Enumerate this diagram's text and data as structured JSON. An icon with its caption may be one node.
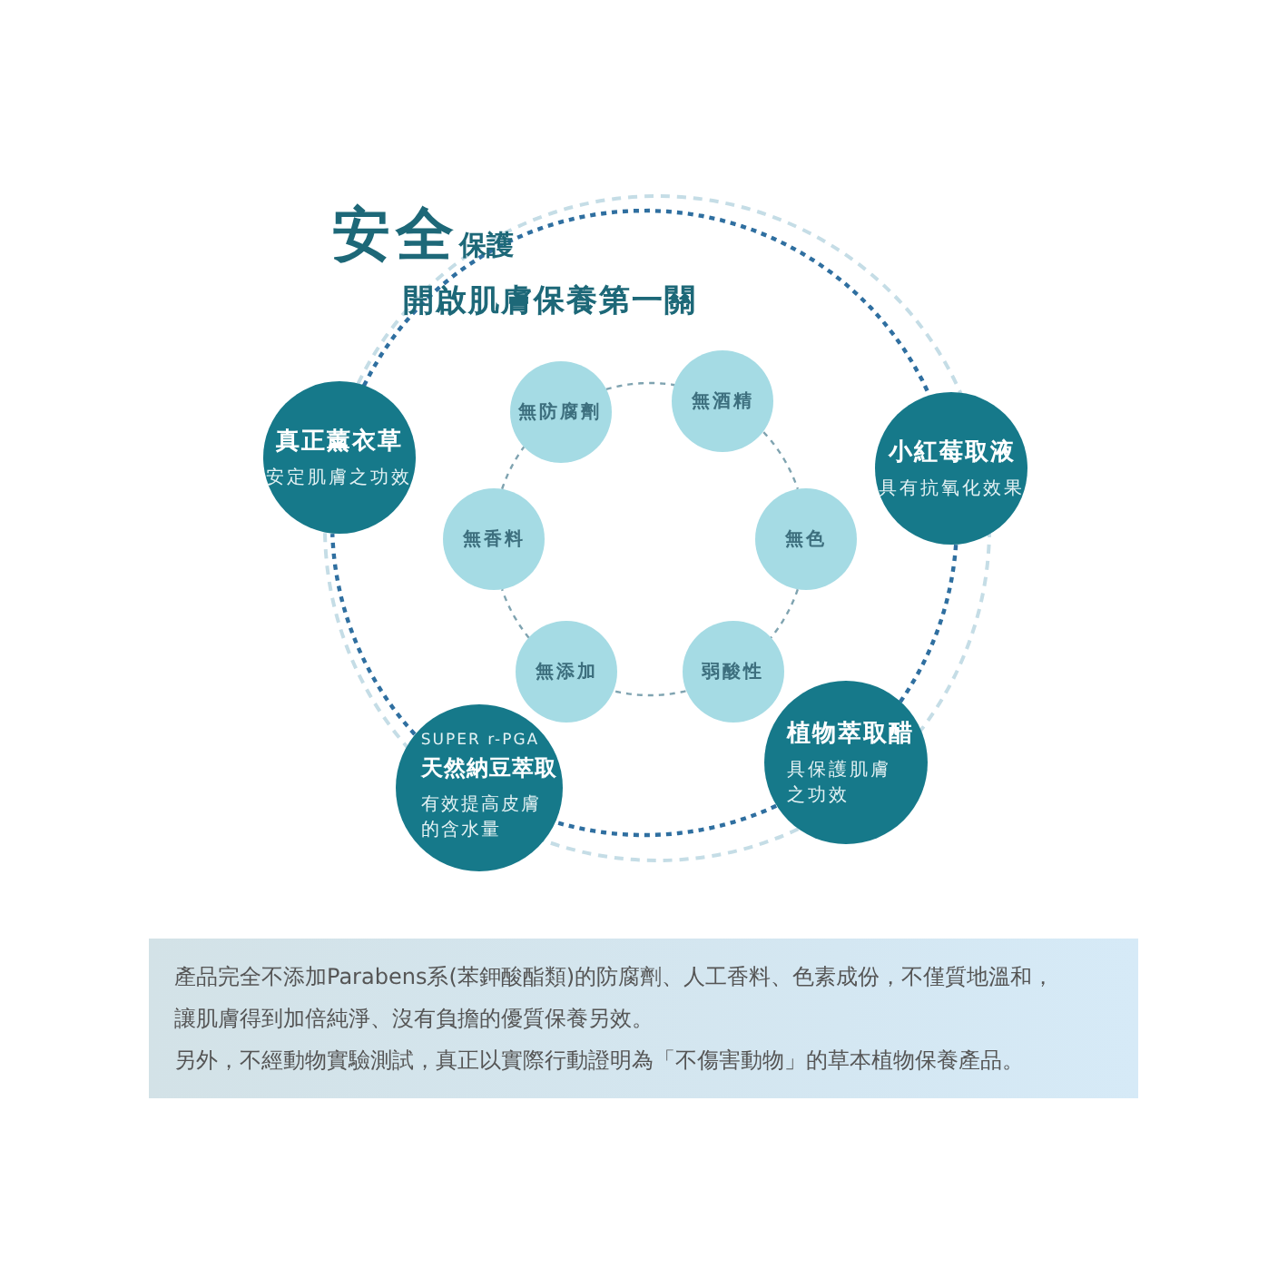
{
  "diagram": {
    "title": "安全保護",
    "nodes": [
      {
        "text": [
          "無防腐劑"
        ]
      },
      {
        "text": [
          "無酒精"
        ]
      },
      {
        "text": [
          "真正薰衣草",
          "安定肌膚之功效"
        ]
      },
      {
        "text": [
          "小紅莓取液",
          "具有抗氧化效果"
        ]
      },
      {
        "text": [
          "無香料"
        ]
      },
      {
        "text": [
          "無色"
        ]
      },
      {
        "text": [
          "無添加"
        ]
      },
      {
        "text": [
          "弱酸性"
        ]
      },
      {
        "text": [
          "植物萃取醋",
          "具保護肌膚之功效"
        ]
      },
      {
        "text": [
          "SUPER r-PGA",
          "天然納豆萃取",
          "有效提高皮膚的含水量"
        ]
      },
      {
        "text": [
          "產品完全不添加Parabens系(苯鉀酸酯類)的防腐劑、人工香料、色素成份，不僅質地溫和，讓肌膚得到加倍純淨、沒有負擔的優質保養另效。",
          "另外，不經動物實驗測試，真正以實際行動證明為「不傷害動物」的草本植物保養產品。"
        ]
      }
    ],
    "edges": [
      {
        "from": 0,
        "to": 1,
        "arrow": "none",
        "style": "dashed"
      },
      {
        "from": 1,
        "to": 5,
        "arrow": "none",
        "style": "dashed"
      },
      {
        "from": 5,
        "to": 7,
        "arrow": "none",
        "style": "dashed"
      },
      {
        "from": 7,
        "to": 6,
        "arrow": "none",
        "style": "dashed"
      },
      {
        "from": 6,
        "to": 4,
        "arrow": "none",
        "style": "dashed"
      },
      {
        "from": 4,
        "to": 0,
        "arrow": "none",
        "style": "dashed"
      },
      {
        "from": 2,
        "to": 3,
        "arrow": "none",
        "style": "dashed",
        "color": "#2f6fa0"
      },
      {
        "from": 3,
        "to": 8,
        "arrow": "none",
        "style": "dashed",
        "color": "#2f6fa0"
      },
      {
        "from": 8,
        "to": 9,
        "arrow": "none",
        "style": "dashed",
        "color": "#2f6fa0"
      },
      {
        "from": 9,
        "to": 2,
        "arrow": "none",
        "style": "dashed",
        "color": "#2f6fa0"
      }
    ],
    "labels": [
      "開啟肌膚保養第一關"
    ]
  }
}
